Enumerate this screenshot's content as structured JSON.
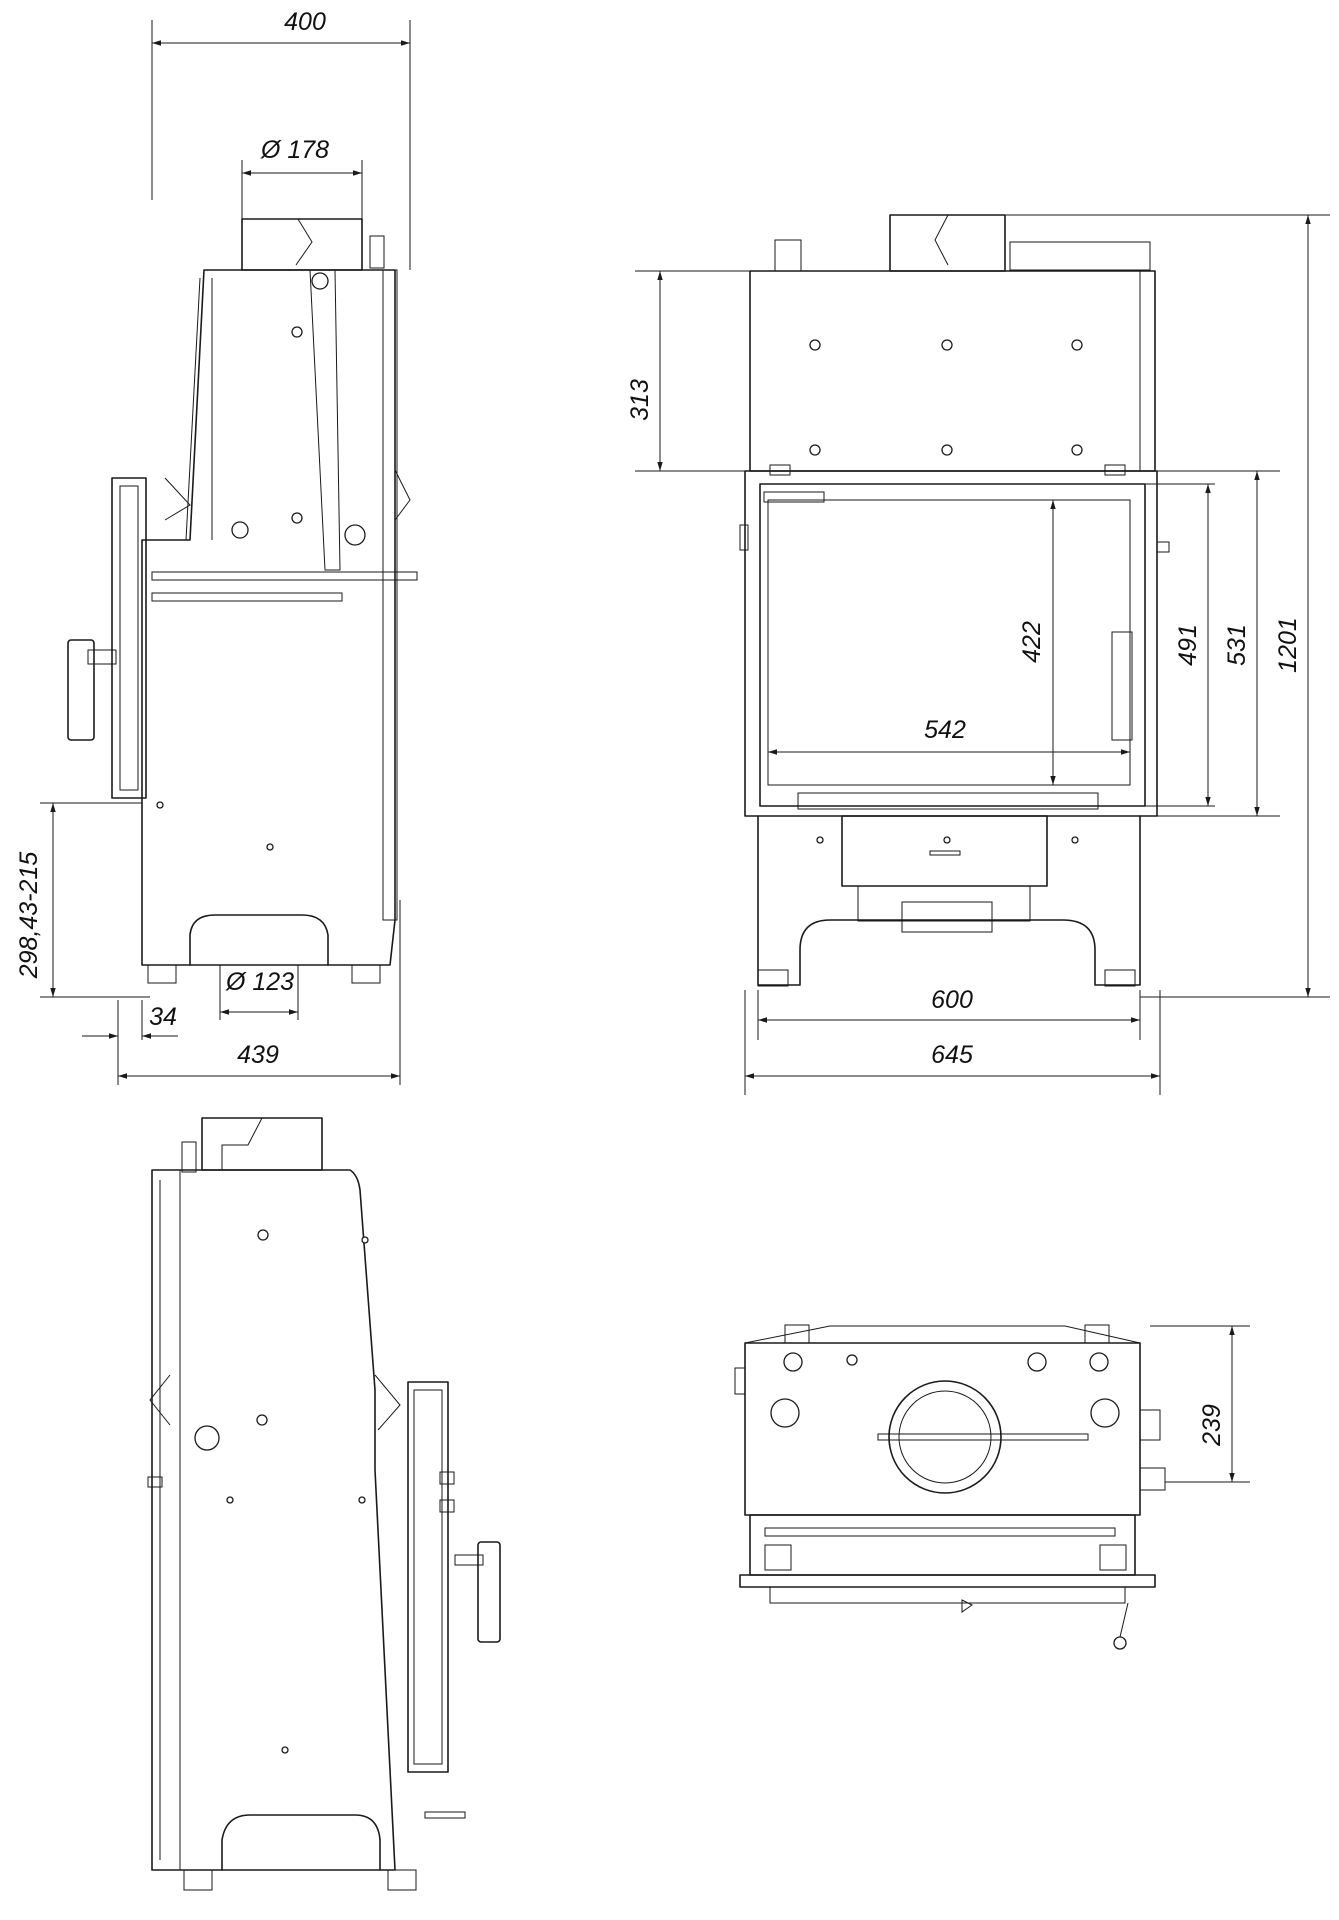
{
  "dimensions": {
    "width_top": "400",
    "flue_diameter": "Ø 178",
    "height_adjust": "298,43-215",
    "air_inlet_diameter": "Ø 123",
    "offset": "34",
    "depth": "439",
    "upper_section_height": "313",
    "glass_height": "422",
    "glass_width": "542",
    "door_height_inner": "491",
    "door_height_outer": "531",
    "total_height": "1201",
    "base_width": "600",
    "total_width": "645",
    "rear_offset": "239"
  }
}
